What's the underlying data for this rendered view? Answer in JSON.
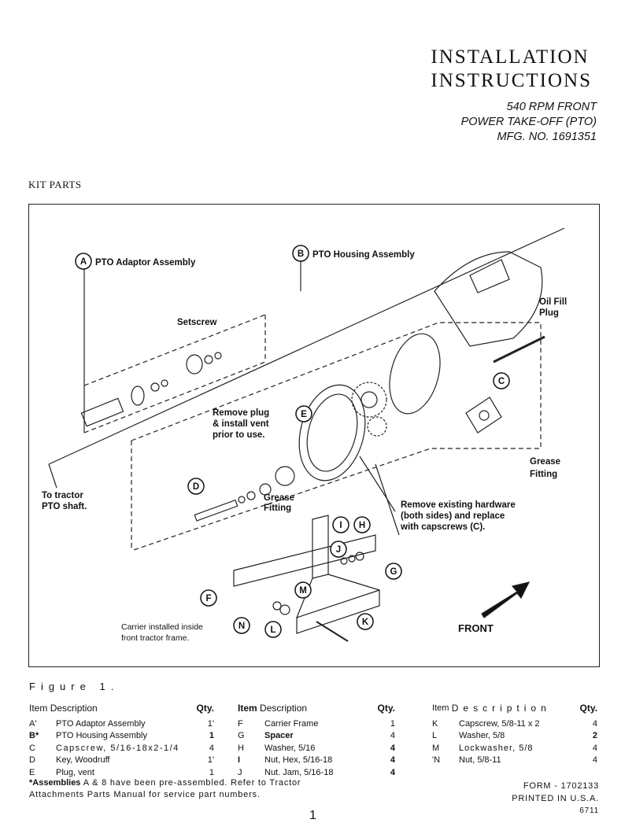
{
  "header": {
    "title_line1": "INSTALLATION",
    "title_line2": "INSTRUCTIONS",
    "subtitle_line1": "540 RPM FRONT",
    "subtitle_line2": "POWER TAKE-OFF (PTO)",
    "subtitle_line3": "MFG. NO. 1691351"
  },
  "section_title": "KIT PARTS",
  "figure": {
    "callouts": {
      "a": "PTO Adaptor Assembly",
      "b": "PTO Housing Assembly",
      "setscrew": "Setscrew",
      "oil_fill_1": "Oil Fill",
      "oil_fill_2": "Plug",
      "remove_plug_1": "Remove plug",
      "remove_plug_2": "& install vent",
      "remove_plug_3": "prior to use.",
      "grease_1": "Grease",
      "grease_2": "Fitting",
      "grease_r1": "Grease",
      "grease_r2": "Fitting",
      "tractor_1": "To tractor",
      "tractor_2": "PTO shaft.",
      "remove_hw_1": "Remove existing hardware",
      "remove_hw_2": "(both sides) and replace",
      "remove_hw_3": "with capscrews (C).",
      "carrier_1": "Carrier installed inside",
      "carrier_2": "front tractor frame.",
      "front": "FRONT"
    },
    "letters": {
      "A": "A",
      "B": "B",
      "C": "C",
      "D": "D",
      "E": "E",
      "G": "G",
      "H": "H",
      "I": "I",
      "J": "J",
      "K": "K",
      "L": "L",
      "M": "M",
      "N": "N",
      "F": "F"
    },
    "caption": "Figure 1."
  },
  "parts_table": {
    "headers": {
      "item": "Item",
      "description": "Description",
      "qty": "Qty."
    },
    "col1": [
      {
        "item": "A'",
        "description": "PTO Adaptor Assembly",
        "qty": "1'"
      },
      {
        "item": "B*",
        "description": "PTO Housing Assembly",
        "qty": "1"
      },
      {
        "item": "C",
        "description": "Capscrew, 5/16-18x2-1/4",
        "qty": "4"
      },
      {
        "item": "D",
        "description": "Key, Woodruff",
        "qty": "1'"
      },
      {
        "item": "E",
        "description": "Plug, vent",
        "qty": "1"
      }
    ],
    "col2": [
      {
        "item": "F",
        "description": "Carrier Frame",
        "qty": "1"
      },
      {
        "item": "G",
        "description": "Spacer",
        "qty": "4"
      },
      {
        "item": "H",
        "description": "Washer, 5/16",
        "qty": "4"
      },
      {
        "item": "I",
        "description": "Nut, Hex, 5/16-18",
        "qty": "4"
      },
      {
        "item": "J",
        "description": "Nut. Jam, 5/16-18",
        "qty": "4"
      }
    ],
    "col3": [
      {
        "item": "K",
        "description": "Capscrew, 5/8-11 x 2",
        "qty": "4"
      },
      {
        "item": "L",
        "description": "Washer, 5/8",
        "qty": "2"
      },
      {
        "item": "M",
        "description": "Lockwasher, 5/8",
        "qty": "4"
      },
      {
        "item": "'N",
        "description": "Nut, 5/8-11",
        "qty": "4"
      }
    ]
  },
  "footnote": {
    "bold": "*Assemblies",
    "text": "A & 8 have been pre-assembled. Refer to Tractor Attachments Parts Manual for service part numbers."
  },
  "form": {
    "line1": "FORM - 1702133",
    "line2": "PRINTED IN U.S.A.",
    "line3": "6711"
  },
  "page_number": "1"
}
